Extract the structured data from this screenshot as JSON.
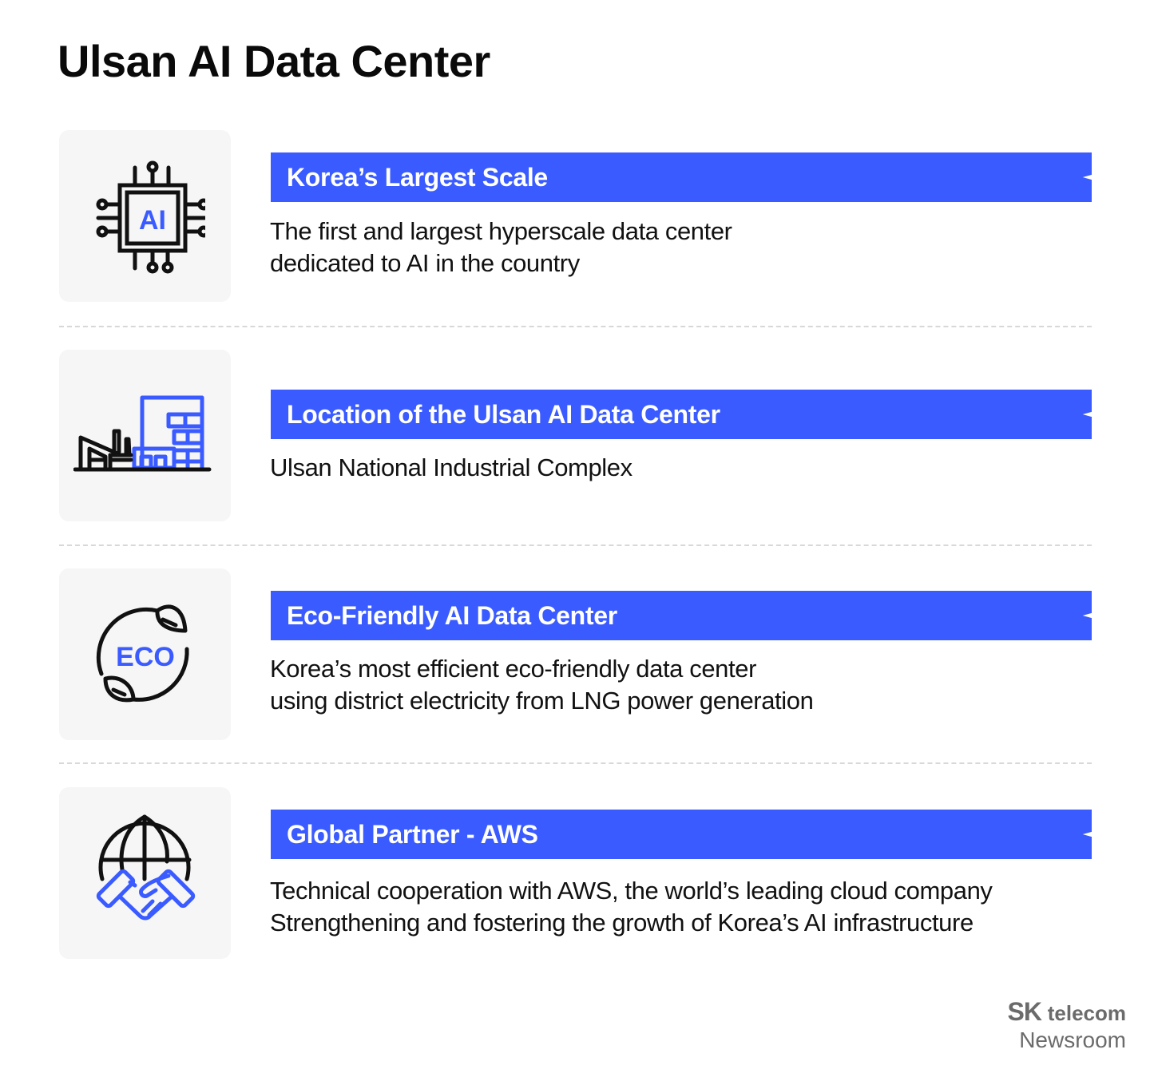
{
  "page": {
    "title": "Ulsan AI Data Center"
  },
  "colors": {
    "accent": "#3a5bff",
    "icon_box_bg": "#f6f6f6",
    "divider": "#d8d8d8",
    "text": "#111111",
    "brand_gray": "#6b6b6b"
  },
  "items": [
    {
      "icon": "ai-chip-icon",
      "icon_text": "AI",
      "heading": "Korea’s Largest Scale",
      "description": [
        "The first and largest hyperscale data center",
        "dedicated to AI in the country"
      ]
    },
    {
      "icon": "industrial-complex-icon",
      "heading": "Location of the Ulsan AI Data Center",
      "description": [
        "Ulsan National Industrial Complex"
      ]
    },
    {
      "icon": "eco-leaves-icon",
      "icon_text": "ECO",
      "heading": "Eco-Friendly AI Data Center",
      "description": [
        "Korea’s most efficient eco-friendly data center",
        "using district electricity from LNG power generation"
      ]
    },
    {
      "icon": "globe-handshake-icon",
      "heading": "Global Partner - AWS",
      "description": [
        "Technical cooperation with AWS, the world’s leading cloud company",
        "Strengthening and fostering the growth of Korea’s AI infrastructure"
      ]
    }
  ],
  "brand": {
    "sk": "SK",
    "telecom": "telecom",
    "newsroom": "Newsroom"
  }
}
